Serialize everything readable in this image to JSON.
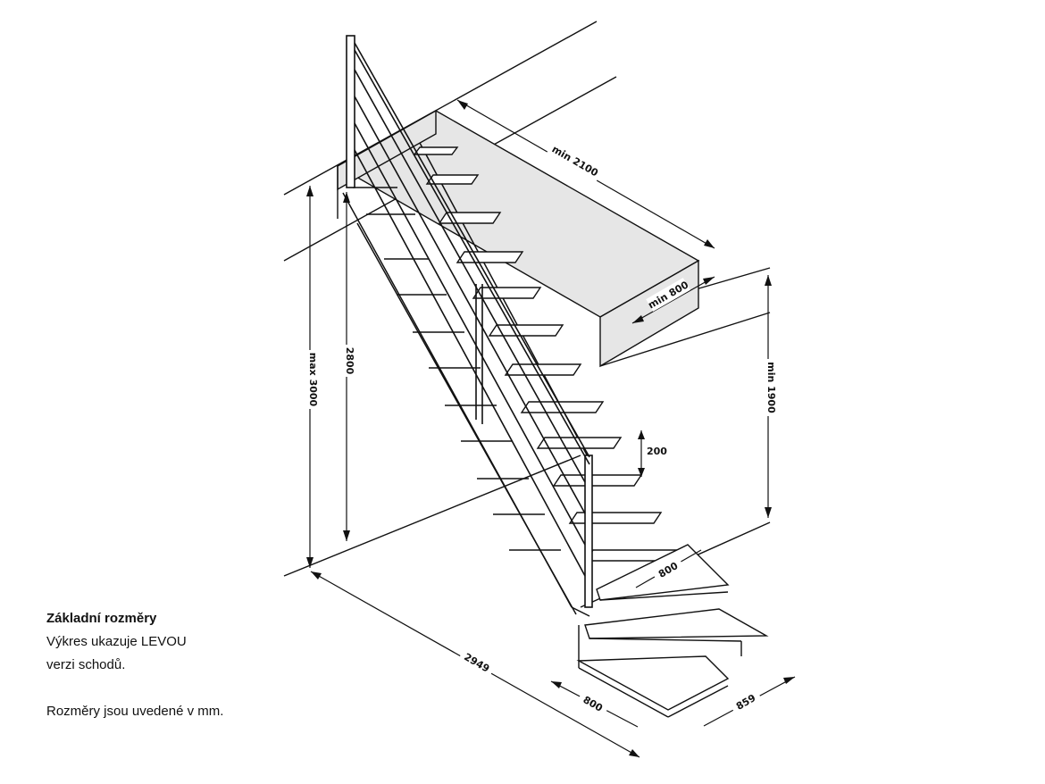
{
  "caption": {
    "title": "Základní rozměry",
    "line1": "Výkres ukazuje LEVOU",
    "line2": "verzi schodů.",
    "line3": "Rozměry jsou uvedené v mm."
  },
  "dimensions": {
    "opening_length": "min 2100",
    "opening_width": "min 800",
    "headroom": "min 1900",
    "max_height": "max 3000",
    "floor_height": "2800",
    "step_rise": "200",
    "stair_width": "800",
    "total_length": "2949",
    "landing_width": "800",
    "landing_depth": "859"
  },
  "colors": {
    "line": "#111111",
    "opening_fill": "#e6e6e6",
    "tread_fill": "#ffffff"
  }
}
